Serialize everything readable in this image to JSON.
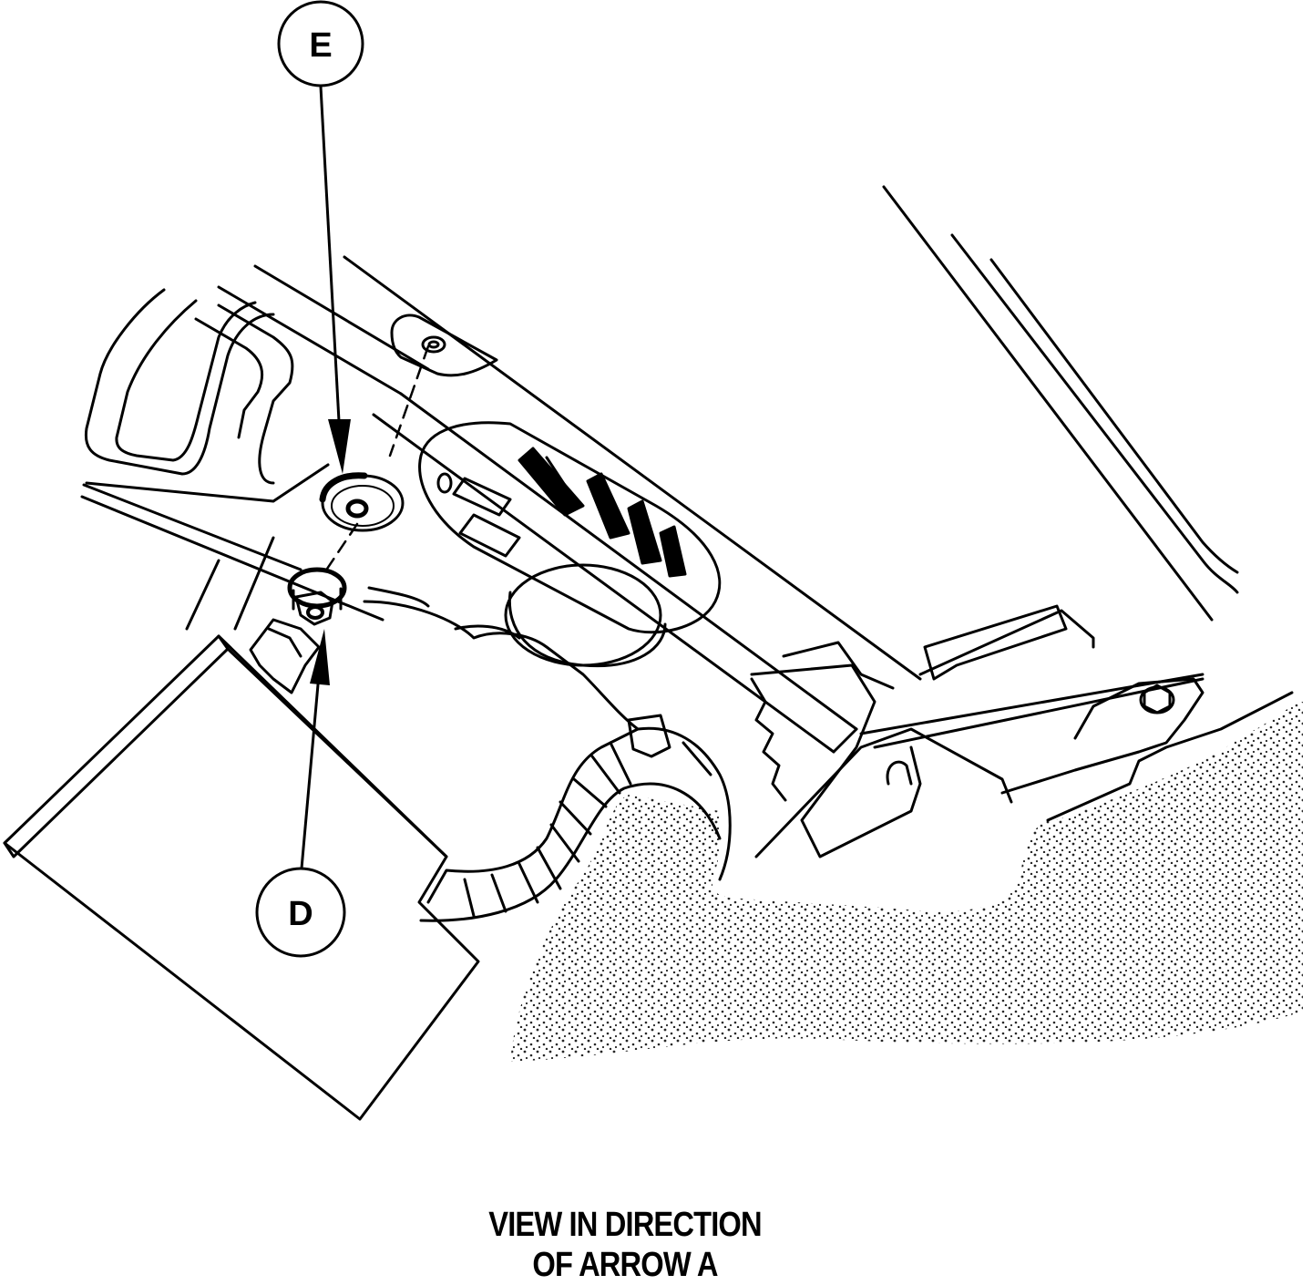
{
  "diagram": {
    "callouts": [
      {
        "id": "E",
        "label": "E"
      },
      {
        "id": "D",
        "label": "D"
      }
    ],
    "caption": {
      "line1": "VIEW IN DIRECTION",
      "line2": "OF ARROW A"
    },
    "colors": {
      "ink": "#000000",
      "paper": "#ffffff"
    }
  }
}
